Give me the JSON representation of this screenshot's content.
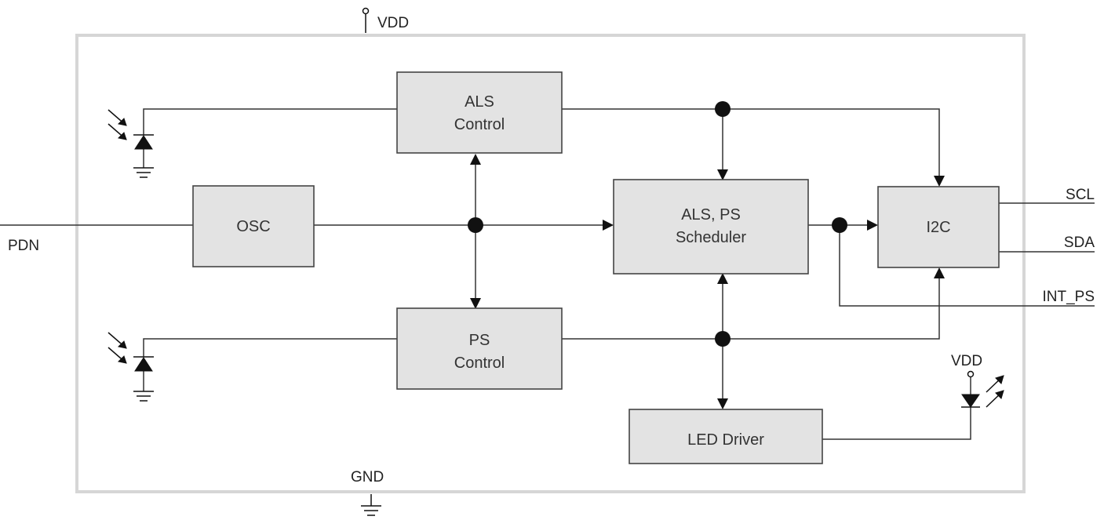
{
  "supply": {
    "vdd_top": "VDD",
    "gnd": "GND",
    "vdd_led": "VDD"
  },
  "blocks": {
    "als_control": [
      "ALS",
      "Control"
    ],
    "osc": [
      "OSC"
    ],
    "scheduler": [
      "ALS, PS",
      "Scheduler"
    ],
    "i2c": [
      "I2C"
    ],
    "ps_control": [
      "PS",
      "Control"
    ],
    "led_driver": [
      "LED Driver"
    ]
  },
  "pins": {
    "pdn": "PDN",
    "scl": "SCL",
    "sda": "SDA",
    "int_ps": "INT_PS"
  },
  "colors": {
    "block_fill": "#e3e3e3",
    "frame": "#d6d6d6",
    "line": "#333333"
  },
  "icons": [
    "photodiode-icon",
    "ground-icon",
    "led-icon",
    "vdd-terminal-icon",
    "junction-dot"
  ]
}
